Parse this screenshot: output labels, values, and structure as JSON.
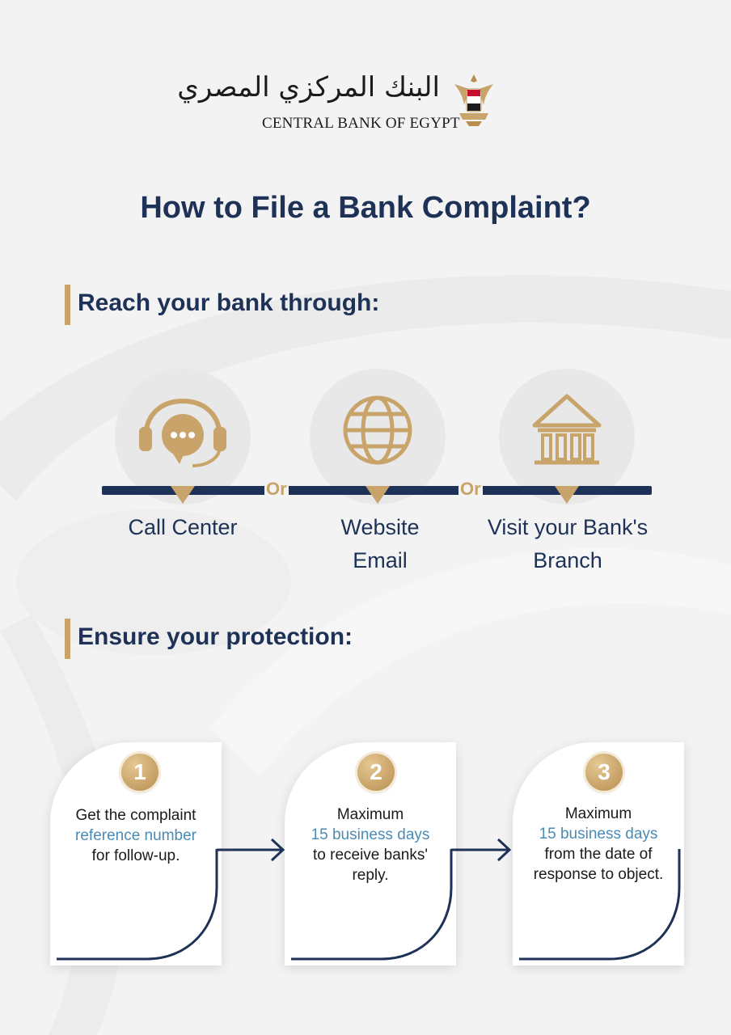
{
  "header": {
    "logo_arabic": "البنك المركزي المصري",
    "logo_english": "CENTRAL BANK OF EGYPT",
    "title": "How to File a Bank Complaint?"
  },
  "sections": {
    "reach": "Reach your bank through:",
    "protection": "Ensure your protection:"
  },
  "channels": [
    {
      "icon": "headset-chat-icon",
      "line1": "Call Center",
      "line2": ""
    },
    {
      "icon": "globe-icon",
      "line1": "Website",
      "line2": "Email"
    },
    {
      "icon": "bank-building-icon",
      "line1": "Visit your Bank's",
      "line2": "Branch"
    }
  ],
  "separator": "Or",
  "steps": [
    {
      "number": "1",
      "line_before": "Get the complaint",
      "highlight": "reference number",
      "line_after1": "for follow-up.",
      "line_after2": ""
    },
    {
      "number": "2",
      "line_before": "Maximum",
      "highlight": "15 business days",
      "line_after1": "to receive banks'",
      "line_after2": "reply."
    },
    {
      "number": "3",
      "line_before": "Maximum",
      "highlight": "15 business days",
      "line_after1": "from the date of",
      "line_after2": "response to object."
    }
  ],
  "colors": {
    "navy": "#1d3256",
    "gold": "#c9a46a",
    "highlight_blue": "#4a8bb5"
  }
}
